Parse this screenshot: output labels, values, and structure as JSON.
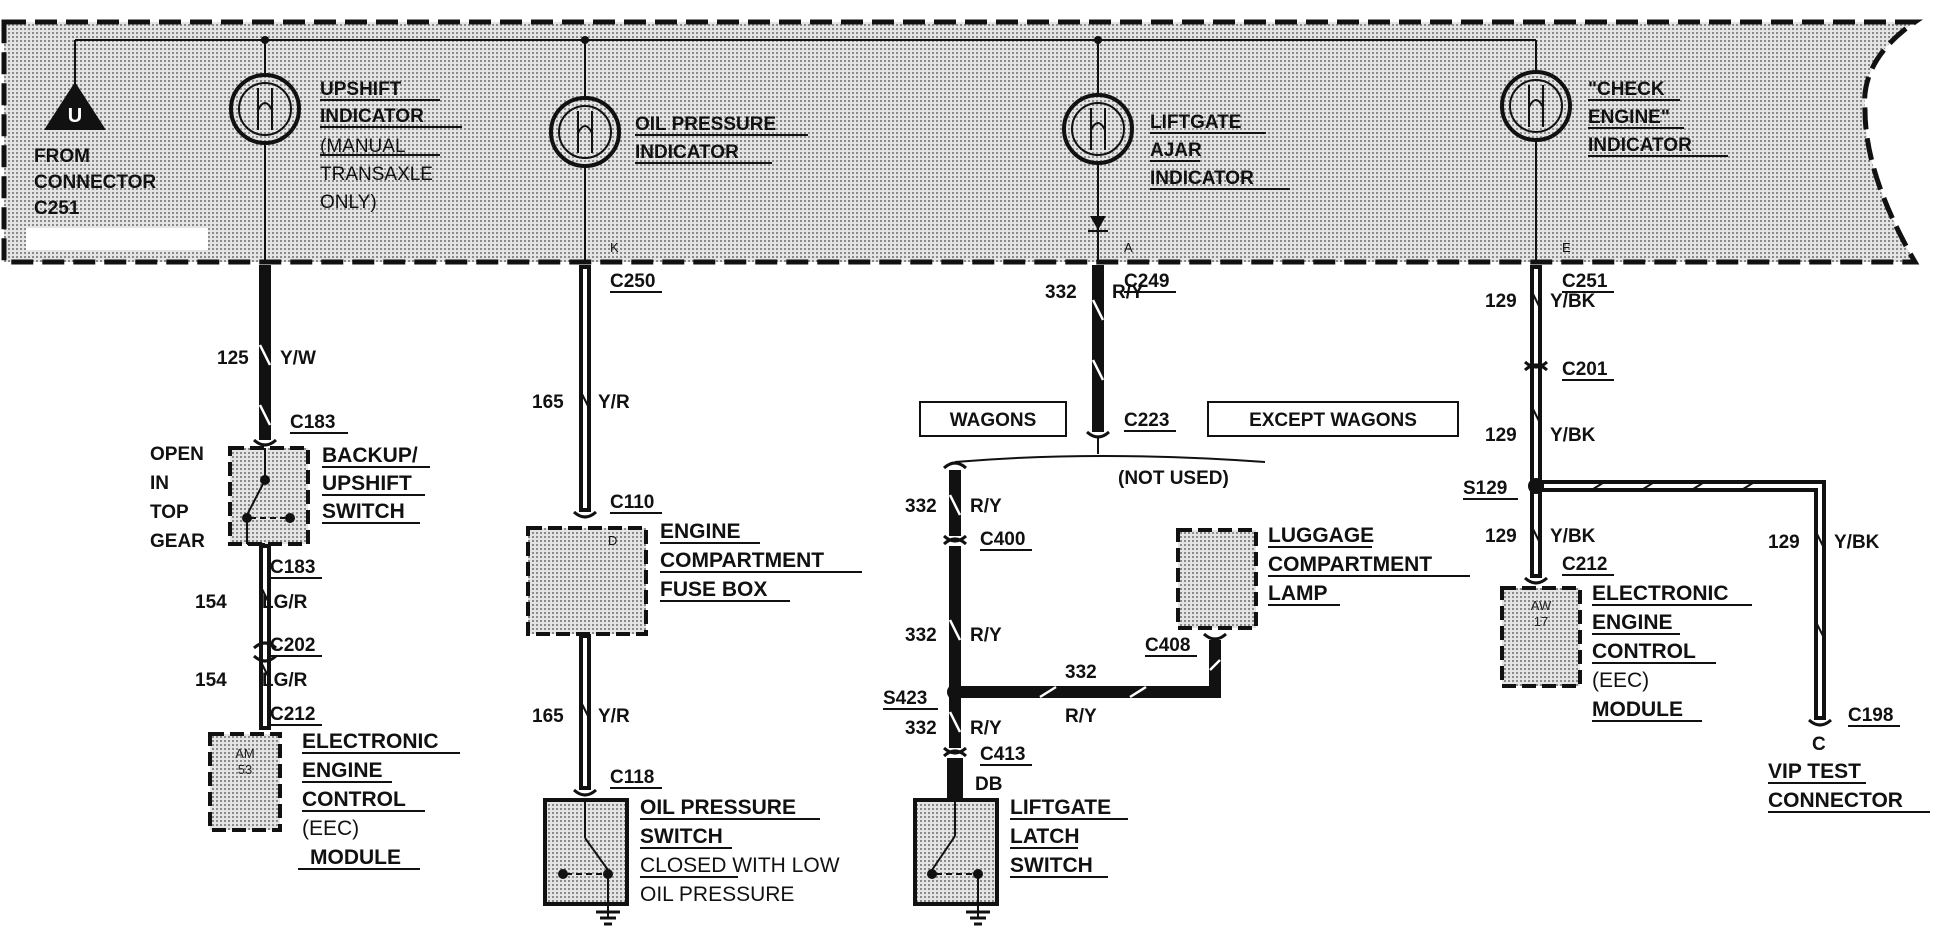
{
  "source_label": [
    "FROM",
    "CONNECTOR",
    "C251"
  ],
  "source_pin": "U",
  "indicators": {
    "upshift": [
      "UPSHIFT",
      "INDICATOR",
      "(MANUAL",
      "TRANSAXLE",
      "ONLY)"
    ],
    "oil": [
      "OIL PRESSURE",
      "INDICATOR"
    ],
    "liftgate": [
      "LIFTGATE",
      "AJAR",
      "INDICATOR"
    ],
    "check": [
      "\"CHECK",
      "ENGINE\"",
      "INDICATOR"
    ]
  },
  "pins": {
    "k": "K",
    "a": "A",
    "e": "E",
    "d": "D",
    "c": "C"
  },
  "connectors": {
    "c250": "C250",
    "c249": "C249",
    "c251": "C251",
    "c201": "C201",
    "c183a": "C183",
    "c183b": "C183",
    "c202": "C202",
    "c212a": "C212",
    "c110": "C110",
    "c118": "C118",
    "c223": "C223",
    "c400": "C400",
    "c408": "C408",
    "c413": "C413",
    "c212b": "C212",
    "c198": "C198",
    "s423": "S423",
    "s129": "S129"
  },
  "wire_labels": {
    "w125": [
      "125",
      "Y/W"
    ],
    "w154a": [
      "154",
      "LG/R"
    ],
    "w154b": [
      "154",
      "LG/R"
    ],
    "w165a": [
      "165",
      "Y/R"
    ],
    "w165b": [
      "165",
      "Y/R"
    ],
    "w332a": [
      "332",
      "R/Y"
    ],
    "w332b": [
      "332",
      "R/Y"
    ],
    "w332c": [
      "332",
      "R/Y"
    ],
    "w332d": [
      "332",
      "R/Y"
    ],
    "w332h": [
      "332",
      "R/Y"
    ],
    "w413": "DB",
    "w129a": [
      "129",
      "Y/BK"
    ],
    "w129b": [
      "129",
      "Y/BK"
    ],
    "w129c": [
      "129",
      "Y/BK"
    ],
    "w129d": [
      "129",
      "Y/BK"
    ]
  },
  "components": {
    "open_in_top_gear": [
      "OPEN",
      "IN",
      "TOP",
      "GEAR"
    ],
    "backup_switch": [
      "BACKUP/",
      "UPSHIFT",
      "SWITCH"
    ],
    "eec_left": [
      "ELECTRONIC",
      "ENGINE",
      "CONTROL",
      "(EEC)",
      "MODULE"
    ],
    "eec_left_pin": [
      "AM",
      "53"
    ],
    "fuse_box": [
      "ENGINE",
      "COMPARTMENT",
      "FUSE BOX"
    ],
    "oil_switch": [
      "OIL PRESSURE",
      "SWITCH",
      "CLOSED WITH LOW",
      "OIL PRESSURE"
    ],
    "wagons": "WAGONS",
    "except_wagons": "EXCEPT WAGONS",
    "not_used": "(NOT USED)",
    "luggage_lamp": [
      "LUGGAGE",
      "COMPARTMENT",
      "LAMP"
    ],
    "liftgate_switch": [
      "LIFTGATE",
      "LATCH",
      "SWITCH"
    ],
    "eec_right": [
      "ELECTRONIC",
      "ENGINE",
      "CONTROL",
      "(EEC)",
      "MODULE"
    ],
    "eec_right_pin": [
      "AW",
      "17"
    ],
    "vip": [
      "VIP TEST",
      "CONNECTOR"
    ]
  },
  "colors": {
    "ink": "#111111",
    "panel_fill": "#cfcfcf",
    "background": "#ffffff"
  }
}
